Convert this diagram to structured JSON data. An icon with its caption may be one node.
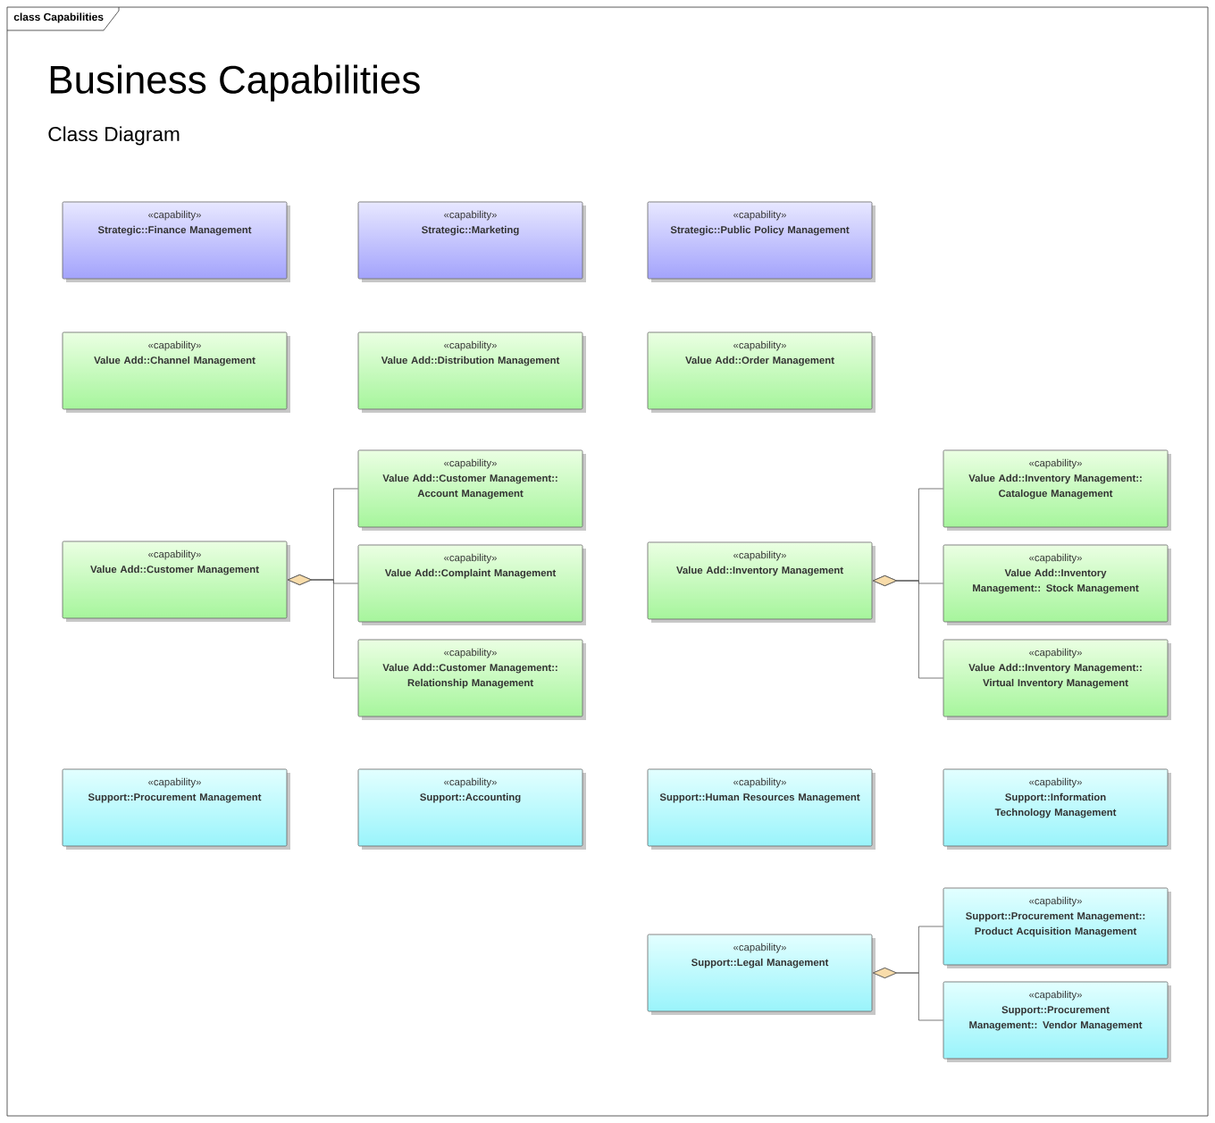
{
  "diagram": {
    "title": "Business Capabilities",
    "nodes": [
      {
        "text": [
          "«capability»",
          "Strategic::Finance Management"
        ]
      },
      {
        "text": [
          "«capability»",
          "Strategic::Marketing"
        ]
      },
      {
        "text": [
          "«capability»",
          "Strategic::Public Policy Management"
        ]
      },
      {
        "text": [
          "«capability»",
          "Value Add::Channel Management"
        ]
      },
      {
        "text": [
          "«capability»",
          "Value Add::Distribution Management"
        ]
      },
      {
        "text": [
          "«capability»",
          "Value Add::Order Management"
        ]
      },
      {
        "text": [
          "«capability»",
          "Value Add::Customer Management:: Account Management"
        ]
      },
      {
        "text": [
          "«capability»",
          "Value Add::Inventory Management:: Catalogue Management"
        ]
      },
      {
        "text": [
          "«capability»",
          "Value Add::Customer Management"
        ]
      },
      {
        "text": [
          "«capability»",
          "Value Add::Complaint Management"
        ]
      },
      {
        "text": [
          "«capability»",
          "Value Add::Inventory Management"
        ]
      },
      {
        "text": [
          "«capability»",
          "Value Add::Inventory Management:: Stock Management"
        ]
      },
      {
        "text": [
          "«capability»",
          "Value Add::Customer Management:: Relationship Management"
        ]
      },
      {
        "text": [
          "«capability»",
          "Value Add::Inventory Management:: Virtual Inventory Management"
        ]
      },
      {
        "text": [
          "«capability»",
          "Support::Procurement Management"
        ]
      },
      {
        "text": [
          "«capability»",
          "Support::Accounting"
        ]
      },
      {
        "text": [
          "«capability»",
          "Support::Human Resources Management"
        ]
      },
      {
        "text": [
          "«capability»",
          "Support::Information Technology Management"
        ]
      },
      {
        "text": [
          "«capability»",
          "Support::Procurement Management:: Product Acquisition Management"
        ]
      },
      {
        "text": [
          "«capability»",
          "Support::Legal Management"
        ]
      },
      {
        "text": [
          "«capability»",
          "Support::Procurement Management:: Vendor Management"
        ]
      }
    ],
    "edges": [
      {
        "from": 8,
        "to": 6,
        "arrow": "other"
      },
      {
        "from": 8,
        "to": 9,
        "arrow": "other"
      },
      {
        "from": 8,
        "to": 12,
        "arrow": "other"
      },
      {
        "from": 10,
        "to": 7,
        "arrow": "other"
      },
      {
        "from": 10,
        "to": 11,
        "arrow": "other"
      },
      {
        "from": 10,
        "to": 13,
        "arrow": "other"
      },
      {
        "from": 19,
        "to": 18,
        "arrow": "other"
      },
      {
        "from": 19,
        "to": 20,
        "arrow": "other"
      }
    ],
    "labels": [
      "class Capabilities",
      "Class Diagram"
    ]
  }
}
